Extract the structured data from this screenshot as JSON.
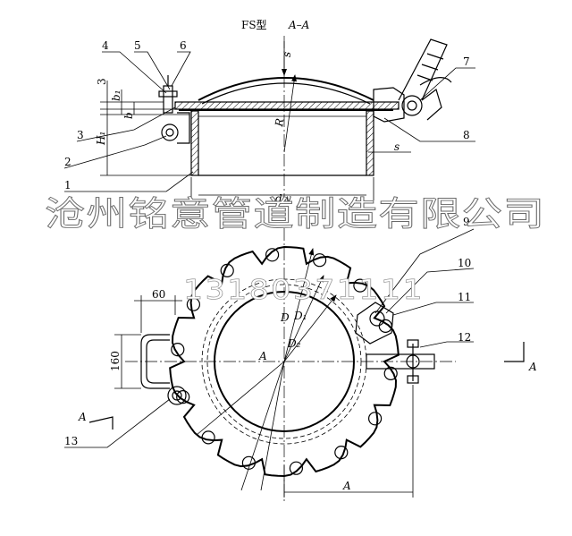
{
  "title": {
    "model": "FS型",
    "section": "A–A"
  },
  "watermark": {
    "company": "沧州铭意管道制造有限公司",
    "phone": "13180371111"
  },
  "dimensions": {
    "s_top": "s",
    "s_side": "s",
    "R": "R",
    "b1": "b₁",
    "b": "b",
    "H1": "H₁",
    "three": "3",
    "dw": "dw",
    "width_60": "60",
    "height_160": "160",
    "D": "D",
    "D1": "D₁",
    "D2": "D₂",
    "center_A": "A",
    "A_bottom": "A",
    "view_A_left": "A",
    "view_A_right": "A"
  },
  "callouts": [
    "1",
    "2",
    "3",
    "4",
    "5",
    "6",
    "7",
    "8",
    "9",
    "10",
    "11",
    "12",
    "13"
  ]
}
